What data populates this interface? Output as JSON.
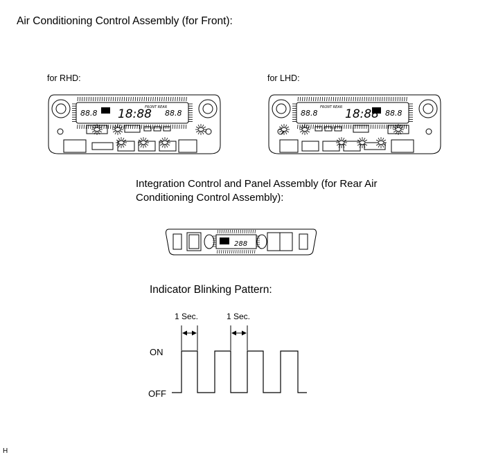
{
  "title": "Air Conditioning Control Assembly (for Front):",
  "front": {
    "rhd_label": "for RHD:",
    "lhd_label": "for LHD:",
    "clock": "18:88",
    "temp": "88.8",
    "front_rear_indicator": "FRONT REAR"
  },
  "rear": {
    "caption": "Integration Control and Panel Assembly (for Rear Air Conditioning Control Assembly):",
    "display": "288"
  },
  "pattern": {
    "caption": "Indicator Blinking Pattern:",
    "on_label": "ON",
    "off_label": "OFF",
    "period_label_1": "1 Sec.",
    "period_label_2": "1 Sec."
  },
  "footer": {
    "code": "H"
  }
}
